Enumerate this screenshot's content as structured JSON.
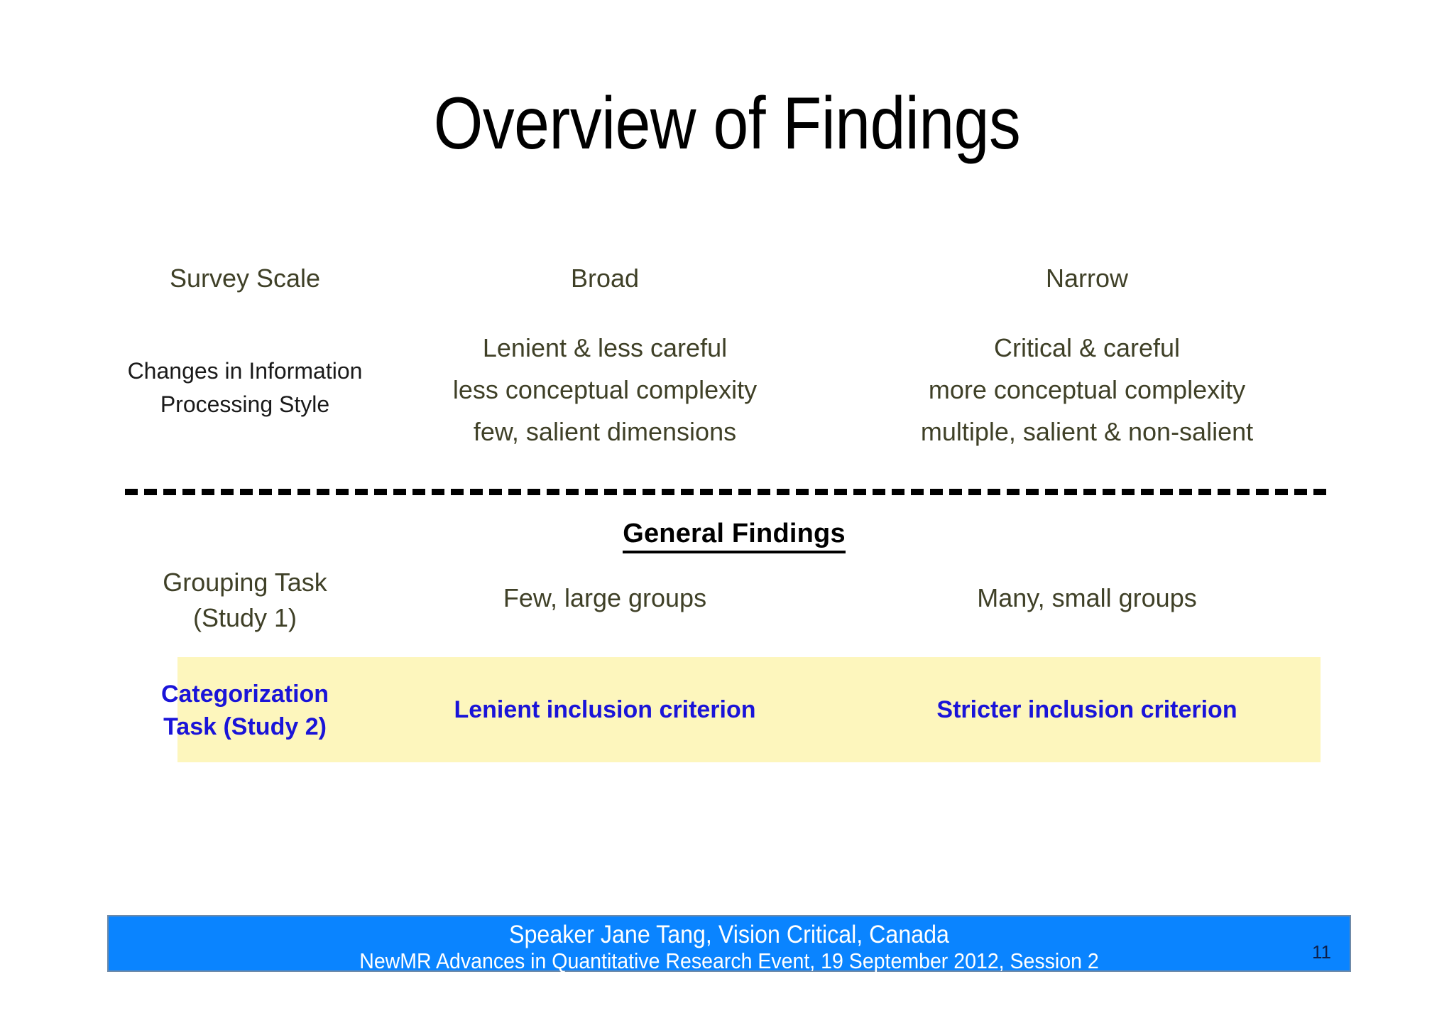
{
  "slide": {
    "title": "Overview of Findings",
    "number": "11",
    "colors": {
      "olive_text": "#3f4027",
      "dark_text": "#1a1a1a",
      "highlight_band": "#fdf6bd",
      "highlight_text": "#1a14d8",
      "footer_bar": "#0a84ff",
      "footer_text": "#ffffff",
      "slide_number_text": "#0d1f4a",
      "divider": "#000000"
    }
  },
  "matrix": {
    "headers": {
      "label": "Survey Scale",
      "broad": "Broad",
      "narrow": "Narrow"
    },
    "rows": [
      {
        "label_line1": "Changes in Information",
        "label_line2": "Processing Style",
        "broad_lines": [
          "Lenient & less careful",
          "less conceptual complexity",
          "few, salient dimensions"
        ],
        "narrow_lines": [
          "Critical & careful",
          "more conceptual complexity",
          "multiple, salient & non-salient"
        ]
      }
    ]
  },
  "general_findings": {
    "heading": "General Findings",
    "rows": [
      {
        "label_line1": "Grouping Task",
        "label_line2": "(Study 1)",
        "broad": "Few, large groups",
        "narrow": "Many, small groups",
        "highlighted": false
      },
      {
        "label_line1": "Categorization",
        "label_line2": "Task (Study 2)",
        "broad": "Lenient inclusion criterion",
        "narrow": "Stricter inclusion criterion",
        "highlighted": true
      }
    ]
  },
  "footer": {
    "line1": "Speaker Jane Tang, Vision Critical, Canada",
    "line2": "NewMR Advances in Quantitative Research Event, 19 September 2012, Session 2"
  }
}
